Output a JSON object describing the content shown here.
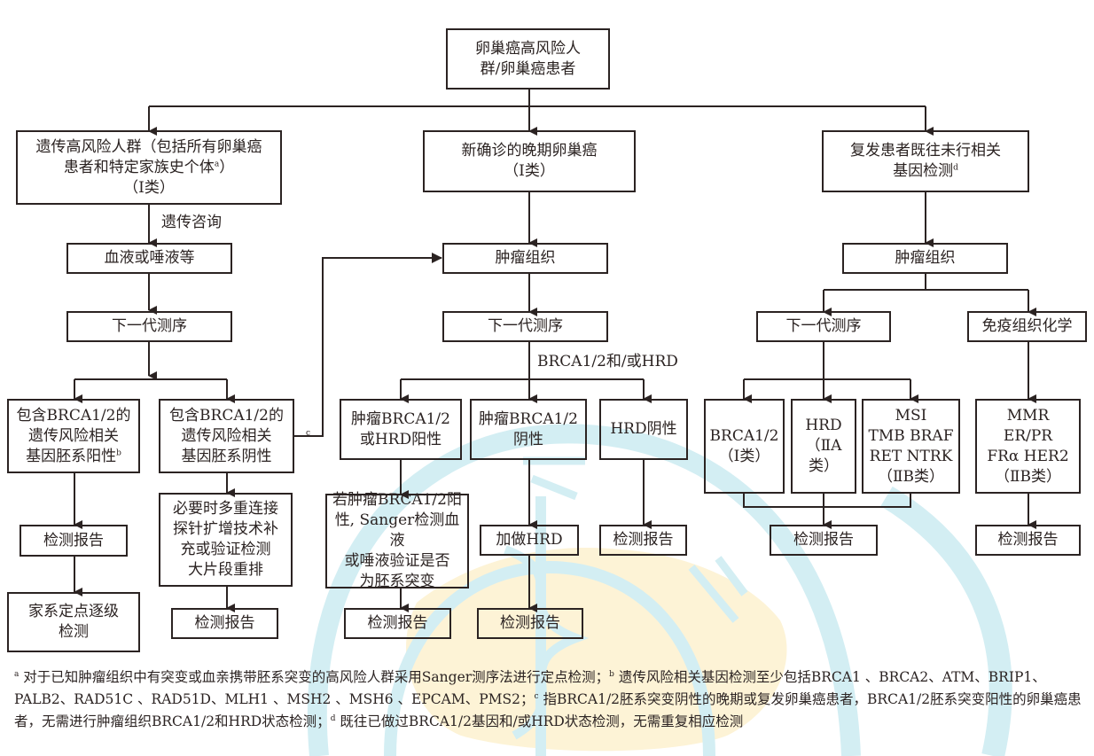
{
  "diagram": {
    "root": "卵巢癌高风险人\n群/卵巢癌患者",
    "branch_left": {
      "title": "遗传高风险人群（包括所有卵巢癌\n患者和特定家族史个体",
      "title_sup": "a",
      "title_end": "）\n（Ⅰ类）",
      "edge_label": "遗传咨询",
      "sample": "血液或唾液等",
      "method": "下一代测序",
      "positive": "包含BRCA1/2的\n遗传风险相关\n基因胚系阳性",
      "positive_sup": "b",
      "negative": "包含BRCA1/2的\n遗传风险相关\n基因胚系阴性",
      "connector_label": "c",
      "positive_report": "检测报告",
      "positive_followup": "家系定点逐级\n检测",
      "negative_followup": "必要时多重连接\n探针扩增技术补\n充或验证检测\n大片段重排",
      "negative_report": "检测报告"
    },
    "branch_middle": {
      "title": "新确诊的晚期卵巢癌\n（Ⅰ类）",
      "sample": "肿瘤组织",
      "method": "下一代测序",
      "edge_label": "BRCA1/2和/或HRD",
      "result_1": "肿瘤BRCA1/2\n或HRD阳性",
      "result_2": "肿瘤BRCA1/2\n阴性",
      "result_3": "HRD阴性",
      "result_1_followup": "若肿瘤BRCA1/2阳\n性, Sanger检测血液\n或唾液验证是否\n为胚系突变",
      "result_1_report": "检测报告",
      "result_2_followup": "加做HRD",
      "result_2_report": "检测报告",
      "result_3_report": "检测报告"
    },
    "branch_right": {
      "title": "复发患者既往未行相关\n基因检测",
      "title_sup": "d",
      "sample": "肿瘤组织",
      "method_1": "下一代测序",
      "method_2": "免疫组织化学",
      "ngs_results": [
        "BRCA1/2\n（Ⅰ类）",
        "HRD\n（ⅡA类）",
        "MSI\nTMB BRAF\nRET NTRK\n（ⅡB类）"
      ],
      "ihc_result": "MMR ER/PR\nFRα HER2\n（ⅡB类）",
      "ngs_report": "检测报告",
      "ihc_report": "检测报告"
    }
  },
  "footnotes": {
    "a_mark": "a",
    "a_text": " 对于已知肿瘤组织中有突变或血亲携带胚系突变的高风险人群采用Sanger测序法进行定点检测；",
    "b_mark": "b",
    "b_text": " 遗传风险相关基因检测至少包括BRCA1 、BRCA2、ATM、BRIP1、PALB2、RAD51C 、RAD51D、MLH1 、MSH2 、MSH6 、EPCAM、PMS2；",
    "c_mark": "c",
    "c_text": " 指BRCA1/2胚系突变阴性的晚期或复发卵巢癌患者，BRCA1/2胚系突变阳性的卵巢癌患者，无需进行肿瘤组织BRCA1/2和HRD状态检测；",
    "d_mark": "d",
    "d_text": " 既往已做过BRCA1/2基因和/或HRD状态检测，无需重复相应检测"
  },
  "colors": {
    "line": "#2b2322",
    "watermark_cyan": "#d3eef3",
    "watermark_yellow": "#fdf3d6"
  }
}
